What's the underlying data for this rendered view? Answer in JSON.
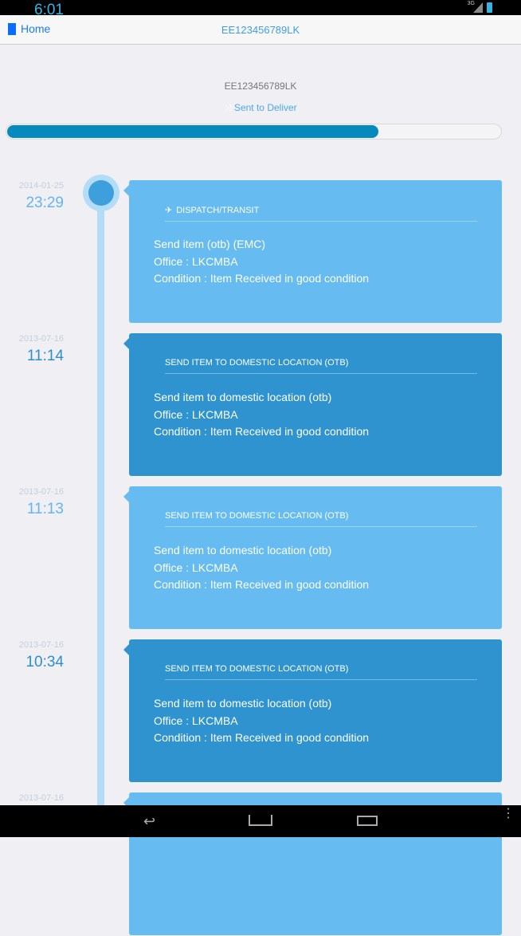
{
  "status_bar": {
    "network": "3G",
    "time": "6:01"
  },
  "header": {
    "home_label": "Home",
    "title": "EE123456789LK"
  },
  "summary": {
    "tracking_number": "EE123456789LK",
    "status": "Sent to Deliver",
    "progress_percent": 75
  },
  "colors": {
    "light_card": "#66bbf1",
    "dark_card": "#2e93cf",
    "light_time": "#64b5f0",
    "dark_time": "#2e8fcc"
  },
  "events": [
    {
      "date": "2014-01-25",
      "time": "23:29",
      "title": "DISPATCH/TRANSIT",
      "line1": "Send item (otb) (EMC)",
      "line2": "Office : LKCMBA",
      "line3": "Condition : Item Received in good condition"
    },
    {
      "date": "2013-07-16",
      "time": "11:14",
      "title": "SEND ITEM TO DOMESTIC LOCATION (OTB)",
      "line1": "Send item to domestic location (otb)",
      "line2": "Office : LKCMBA",
      "line3": "Condition : Item Received in good condition"
    },
    {
      "date": "2013-07-16",
      "time": "11:13",
      "title": "SEND ITEM TO DOMESTIC LOCATION (OTB)",
      "line1": "Send item to domestic location (otb)",
      "line2": "Office : LKCMBA",
      "line3": "Condition : Item Received in good condition"
    },
    {
      "date": "2013-07-16",
      "time": "10:34",
      "title": "SEND ITEM TO DOMESTIC LOCATION (OTB)",
      "line1": "Send item to domestic location (otb)",
      "line2": "Office : LKCMBA",
      "line3": "Condition : Item Received in good condition"
    },
    {
      "date": "2013-07-16"
    }
  ]
}
